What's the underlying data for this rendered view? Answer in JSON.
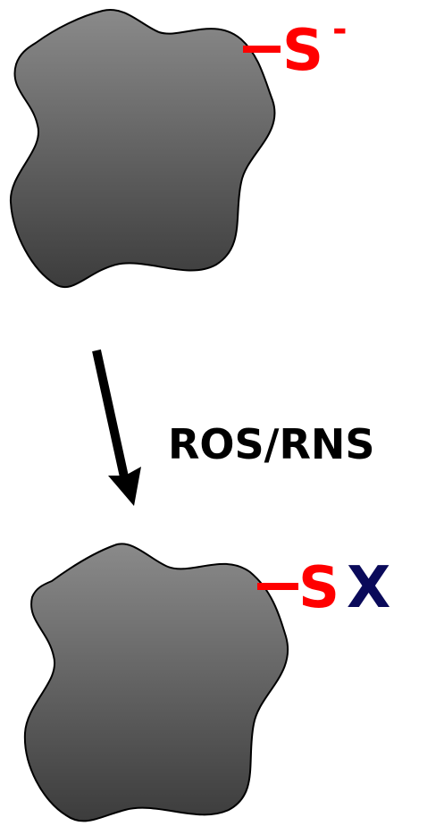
{
  "colors": {
    "protein_top": "#8a8a8a",
    "protein_bottom": "#3c3c3c",
    "sulfur": "#ff0000",
    "modifier": "#0a0a5a",
    "arrow": "#000000",
    "label": "#000000"
  },
  "top_protein": {
    "sulfur_symbol": "S",
    "charge_symbol": "-"
  },
  "reaction": {
    "label": "ROS/RNS"
  },
  "bottom_protein": {
    "sulfur_symbol": "S",
    "modifier_symbol": "X"
  }
}
